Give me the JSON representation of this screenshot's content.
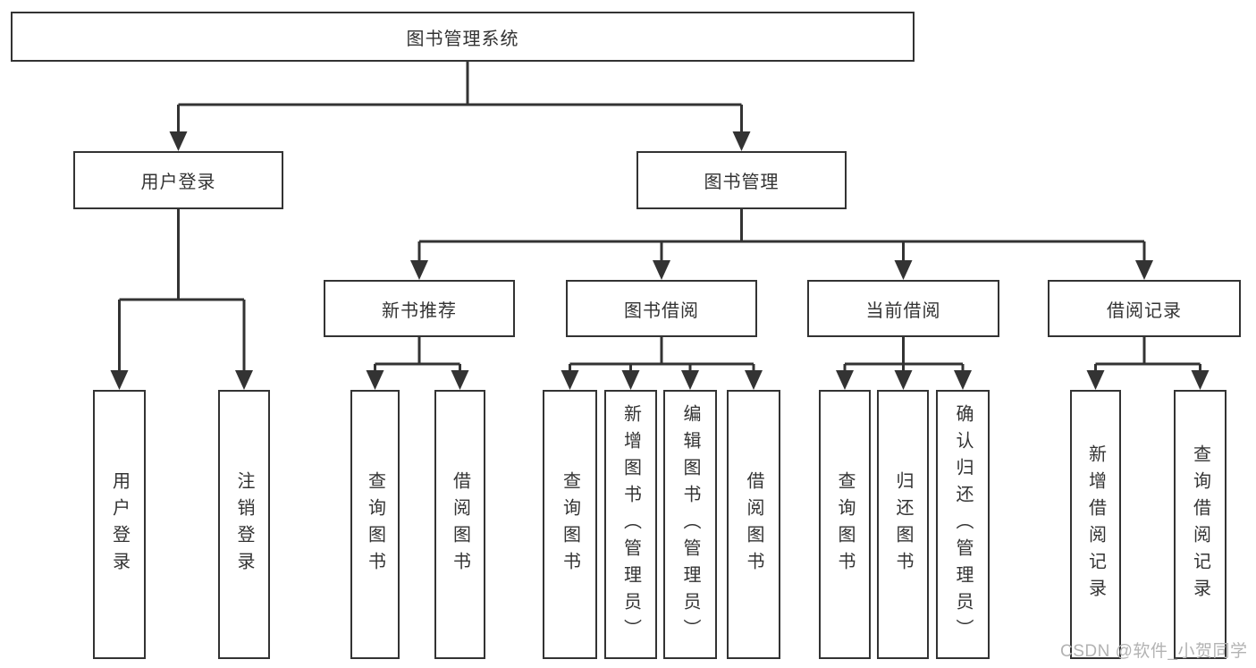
{
  "diagram_title": "图书管理系统",
  "tree": {
    "root": {
      "label": "图书管理系统"
    },
    "children": [
      {
        "label": "用户登录",
        "children": [
          {
            "label": "用户登录"
          },
          {
            "label": "注销登录"
          }
        ]
      },
      {
        "label": "图书管理",
        "children": [
          {
            "label": "新书推荐",
            "children": [
              {
                "label": "查询图书"
              },
              {
                "label": "借阅图书"
              }
            ]
          },
          {
            "label": "图书借阅",
            "children": [
              {
                "label": "查询图书"
              },
              {
                "label": "新增图书（管理员）"
              },
              {
                "label": "编辑图书（管理员）"
              },
              {
                "label": "借阅图书"
              }
            ]
          },
          {
            "label": "当前借阅",
            "children": [
              {
                "label": "查询图书"
              },
              {
                "label": "归还图书"
              },
              {
                "label": "确认归还（管理员）"
              }
            ]
          },
          {
            "label": "借阅记录",
            "children": [
              {
                "label": "新增借阅记录"
              },
              {
                "label": "查询借阅记录"
              }
            ]
          }
        ]
      }
    ]
  },
  "watermark": {
    "text": "CSDN @软件_小贺同学"
  },
  "colors": {
    "line": "#333333",
    "text": "#333333",
    "box_fill": "#ffffff",
    "watermark": "#b3b3b3",
    "background": "#ffffff"
  }
}
